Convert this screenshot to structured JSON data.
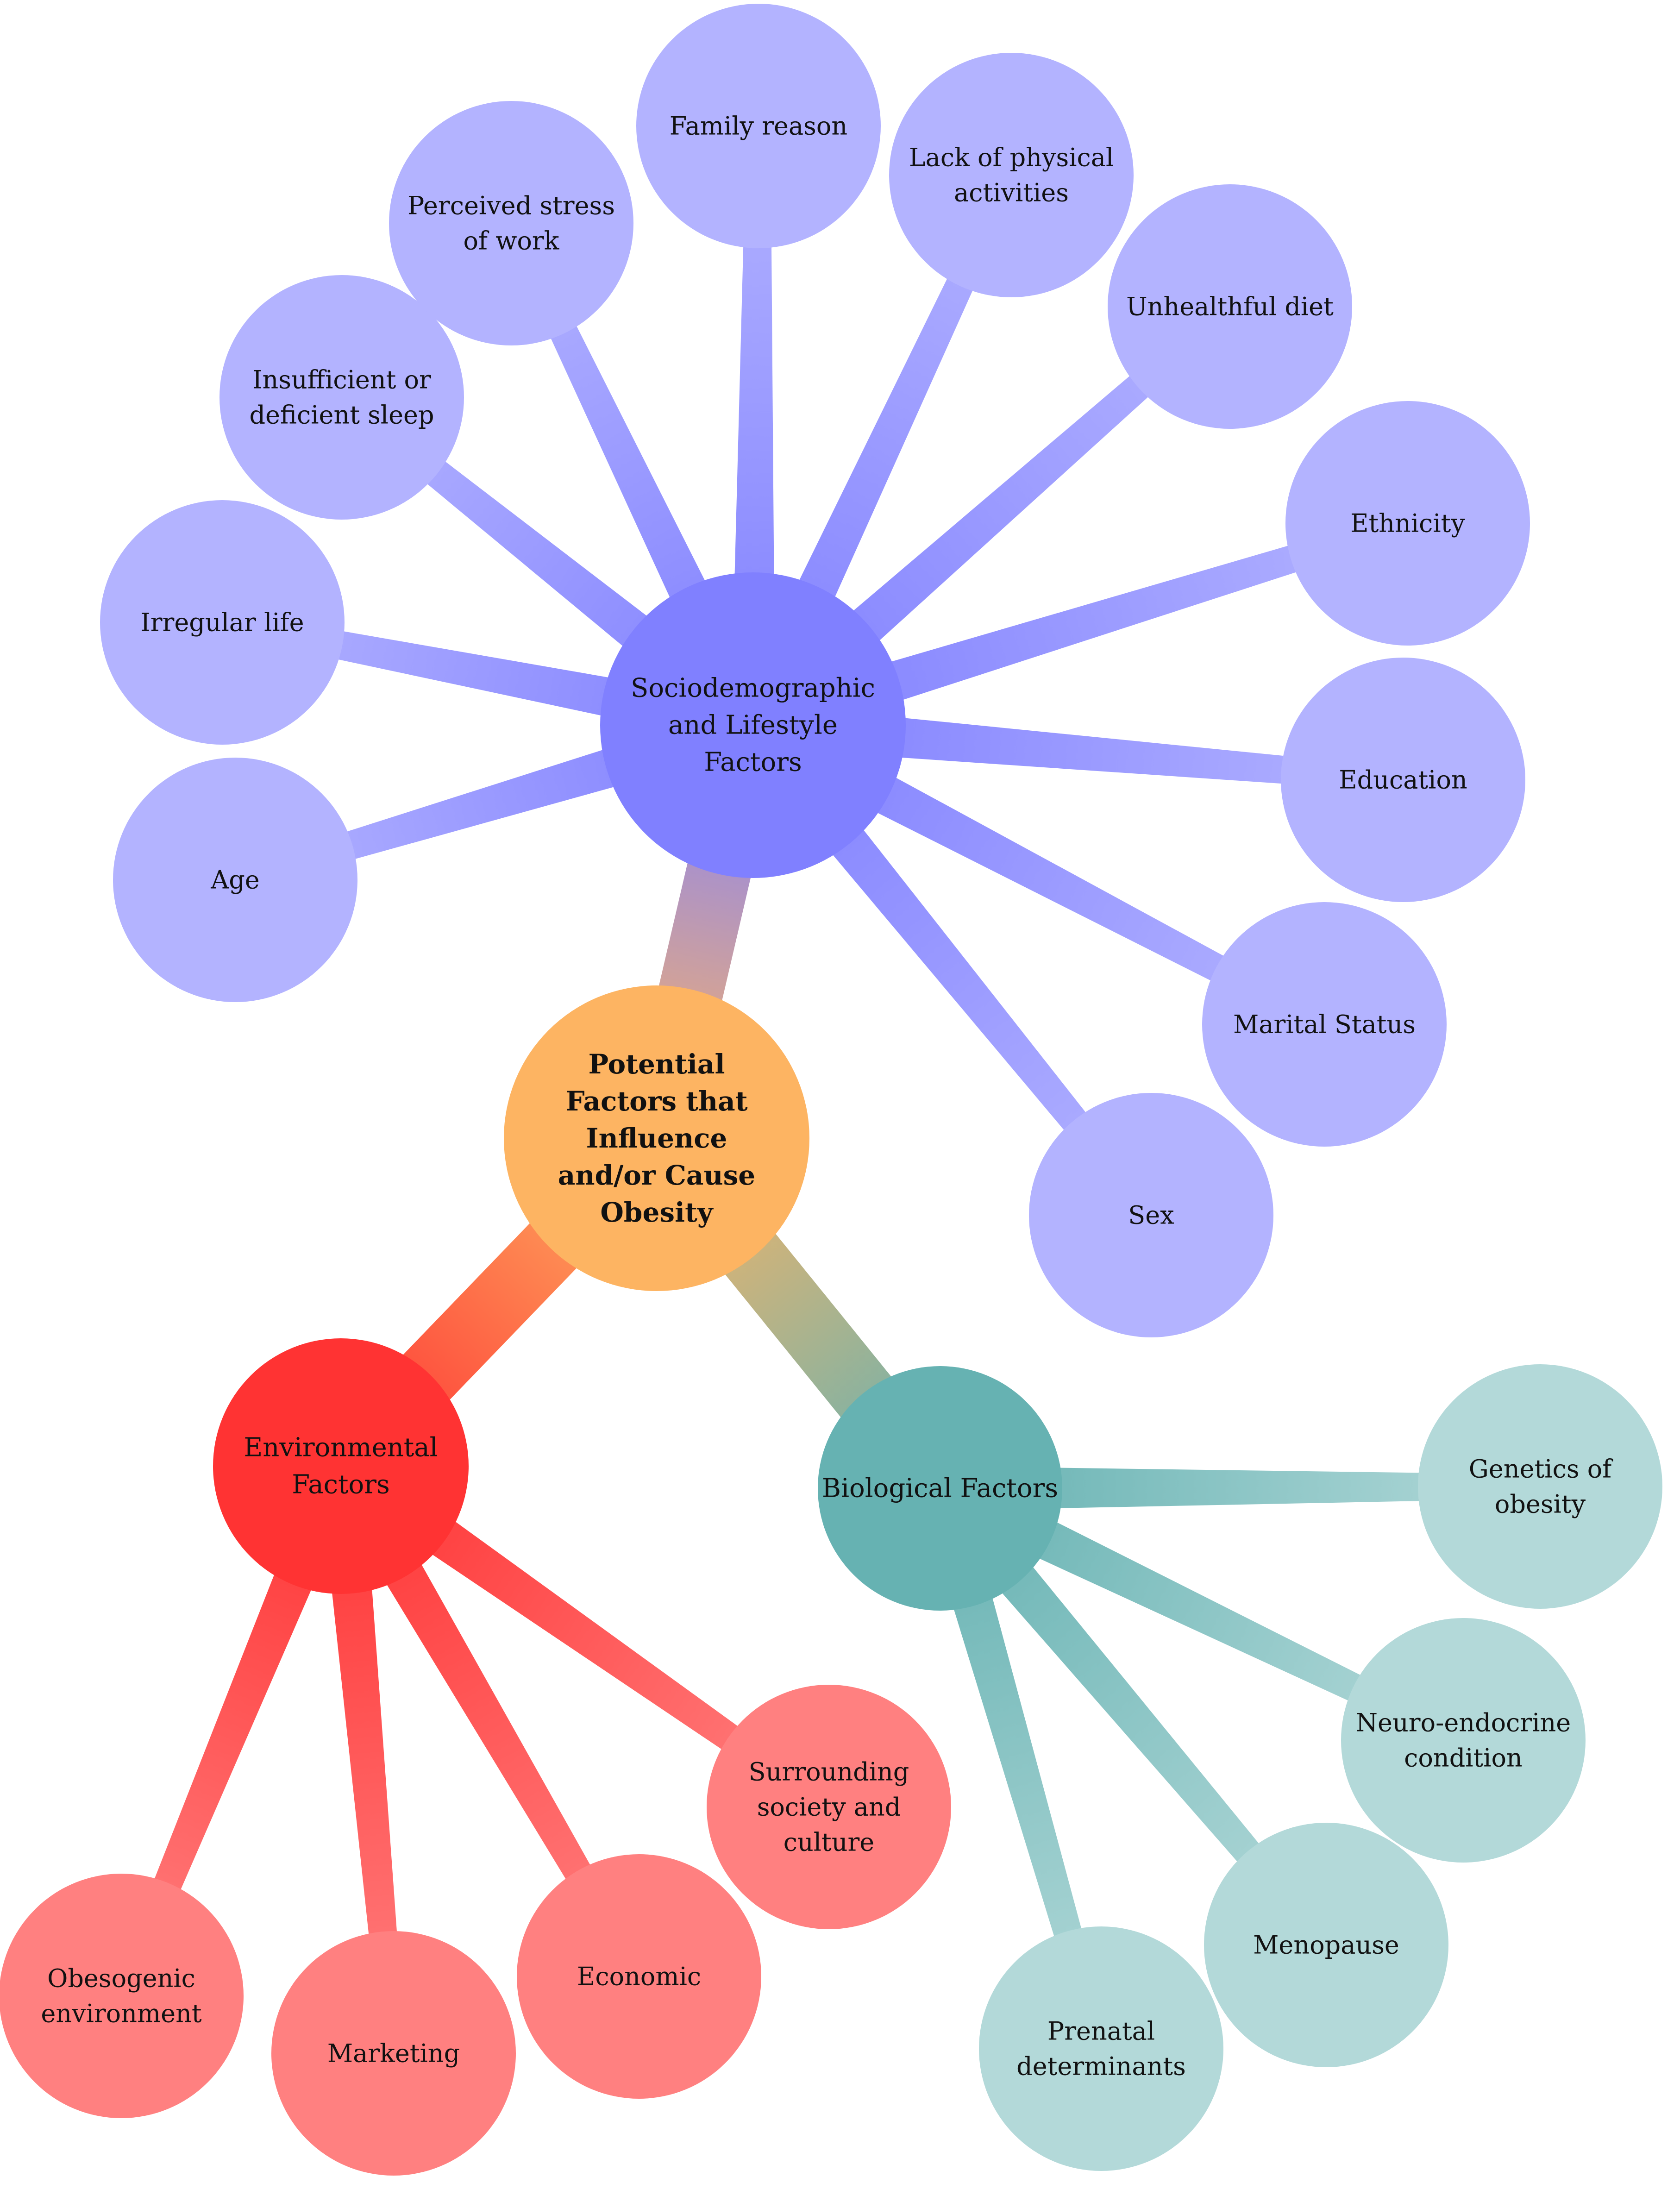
{
  "colors": {
    "root": "#fdb462",
    "socio_branch": "#8080ff",
    "socio_leaf": "#b3b3ff",
    "env_branch": "#ff3333",
    "env_leaf": "#ff8080",
    "bio_branch": "#66b2b2",
    "bio_leaf": "#b3d9d9"
  },
  "root": {
    "lines": [
      "Potential",
      "Factors that",
      "Influence",
      "and/or Cause",
      "Obesity"
    ]
  },
  "branches": [
    {
      "id": "socio",
      "lines": [
        "Sociodemographic",
        "and Lifestyle",
        "Factors"
      ],
      "children": [
        {
          "id": "age",
          "lines": [
            "Age"
          ]
        },
        {
          "id": "irregular-life",
          "lines": [
            "Irregular life"
          ]
        },
        {
          "id": "sleep",
          "lines": [
            "Insufficient or",
            "deficient sleep"
          ]
        },
        {
          "id": "stress",
          "lines": [
            "Perceived stress",
            "of work"
          ]
        },
        {
          "id": "family",
          "lines": [
            "Family reason"
          ]
        },
        {
          "id": "physical",
          "lines": [
            "Lack of physical",
            "activities"
          ]
        },
        {
          "id": "diet",
          "lines": [
            "Unhealthful diet"
          ]
        },
        {
          "id": "ethnicity",
          "lines": [
            "Ethnicity"
          ]
        },
        {
          "id": "education",
          "lines": [
            "Education"
          ]
        },
        {
          "id": "marital",
          "lines": [
            "Marital Status"
          ]
        },
        {
          "id": "sex",
          "lines": [
            "Sex"
          ]
        }
      ]
    },
    {
      "id": "env",
      "lines": [
        "Environmental",
        "Factors"
      ],
      "children": [
        {
          "id": "obesogenic",
          "lines": [
            "Obesogenic",
            "environment"
          ]
        },
        {
          "id": "marketing",
          "lines": [
            "Marketing"
          ]
        },
        {
          "id": "economic",
          "lines": [
            "Economic"
          ]
        },
        {
          "id": "society",
          "lines": [
            "Surrounding",
            "society and",
            "culture"
          ]
        }
      ]
    },
    {
      "id": "bio",
      "lines": [
        "Biological Factors"
      ],
      "children": [
        {
          "id": "genetics",
          "lines": [
            "Genetics of",
            "obesity"
          ]
        },
        {
          "id": "neuro",
          "lines": [
            "Neuro-endocrine",
            "condition"
          ]
        },
        {
          "id": "menopause",
          "lines": [
            "Menopause"
          ]
        },
        {
          "id": "prenatal",
          "lines": [
            "Prenatal",
            "determinants"
          ]
        }
      ]
    }
  ]
}
